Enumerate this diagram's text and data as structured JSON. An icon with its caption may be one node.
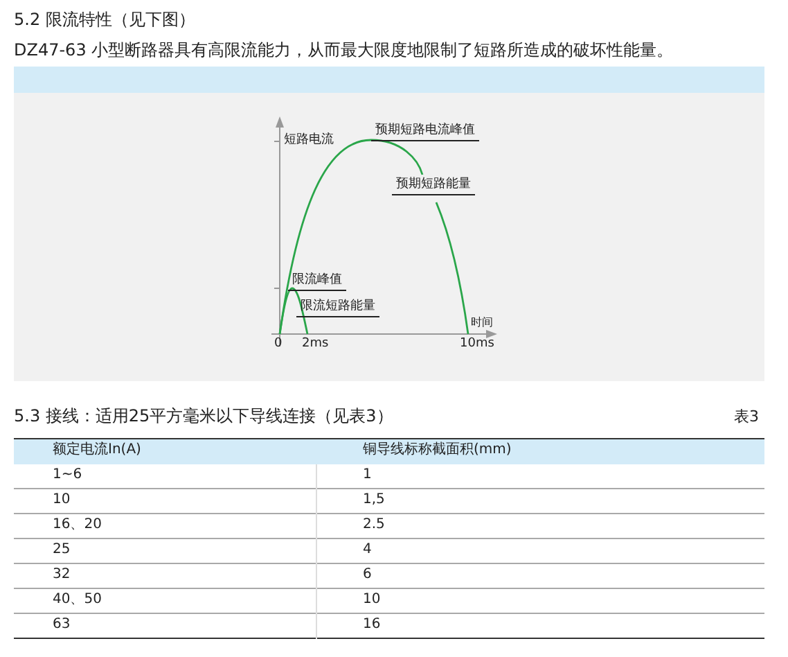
{
  "diagram": {
    "labels": [
      "5.2 限流特性（见下图）",
      "DZ47-63 小型断路器具有高限流能力，从而最大限度地限制了短路所造成的破坏性能量。",
      "短路电流",
      "预期短路电流峰值",
      "预期短路能量",
      "限流峰值",
      "限流短路能量",
      "时间",
      "0",
      "2ms",
      "10ms",
      "5.3 接线：适用25平方毫米以下导线连接（见表3）",
      "表3",
      "额定电流In(A)",
      "铜导线标称截面积(mm)",
      "1~6",
      "1",
      "10",
      "1,5",
      "16、20",
      "2.5",
      "25",
      "4",
      "32",
      "6",
      "40、50",
      "10",
      "63",
      "16"
    ]
  }
}
